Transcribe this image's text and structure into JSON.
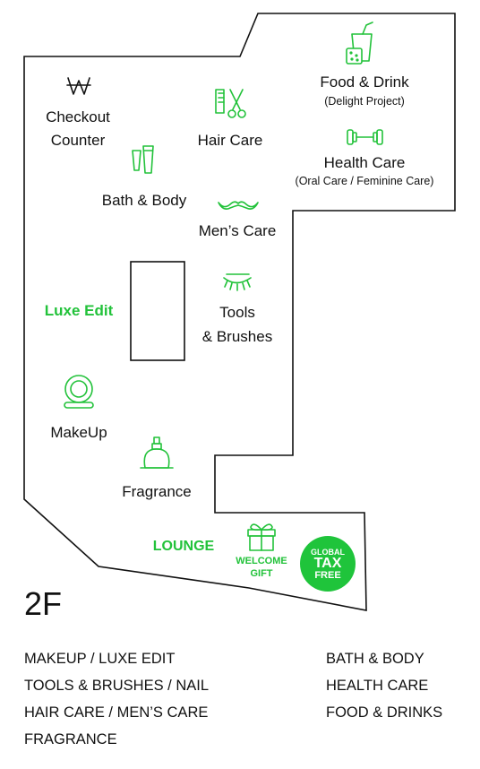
{
  "colors": {
    "accent": "#22c23a",
    "outline": "#111111"
  },
  "floor": "2F",
  "zones": {
    "checkout": {
      "line1": "Checkout",
      "line2": "Counter",
      "icon": "won-currency-icon"
    },
    "hair_care": {
      "label": "Hair Care",
      "icon": "hair-tools-icon"
    },
    "food_drink": {
      "label": "Food & Drink",
      "sub": "(Delight Project)",
      "icon": "drink-cookie-icon"
    },
    "health_care": {
      "label": "Health Care",
      "sub": "(Oral Care / Feminine Care)",
      "icon": "dumbbell-icon"
    },
    "bath_body": {
      "label": "Bath & Body",
      "icon": "tubes-icon"
    },
    "mens_care": {
      "label": "Men’s Care",
      "icon": "mustache-icon"
    },
    "luxe_edit": {
      "label": "Luxe Edit"
    },
    "tools_brushes": {
      "line1": "Tools",
      "line2": "& Brushes",
      "icon": "eyelash-icon"
    },
    "makeup": {
      "label": "MakeUp",
      "icon": "compact-mirror-icon"
    },
    "fragrance": {
      "label": "Fragrance",
      "icon": "perfume-bottle-icon"
    },
    "lounge": {
      "label": "LOUNGE"
    },
    "welcome_gift": {
      "line1": "WELCOME",
      "line2": "GIFT",
      "icon": "gift-icon"
    },
    "tax_free": {
      "line1": "GLOBAL",
      "line2": "TAX",
      "line3": "FREE"
    }
  },
  "legend": {
    "left": [
      "MAKEUP / LUXE EDIT",
      "TOOLS & BRUSHES / NAIL",
      "HAIR CARE / MEN’S CARE",
      "FRAGRANCE"
    ],
    "right": [
      "BATH & BODY",
      "HEALTH CARE",
      "FOOD & DRINKS"
    ]
  }
}
